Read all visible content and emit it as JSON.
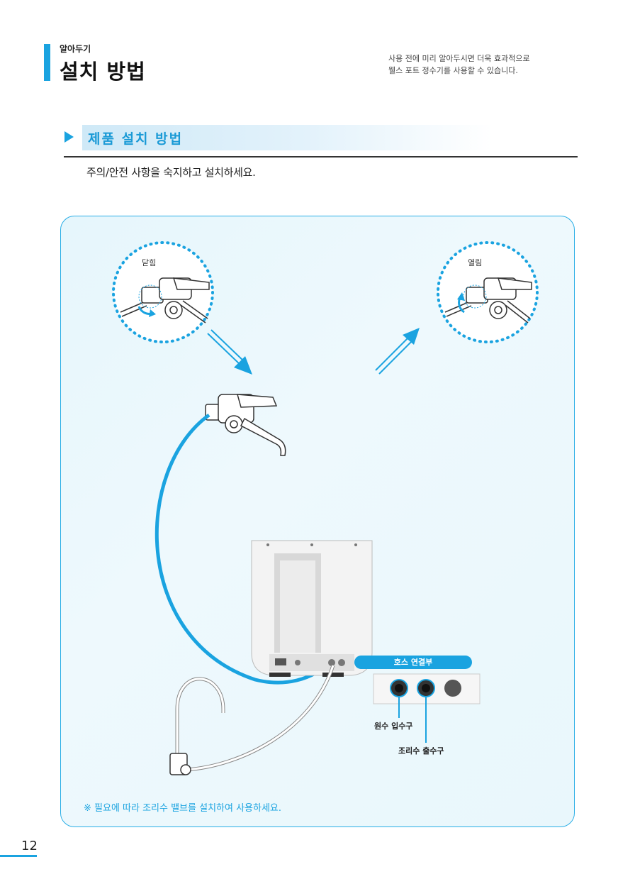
{
  "header": {
    "kicker": "알아두기",
    "title": "설치 방법",
    "intro_line1": "사용 전에 미리 알아두시면 더욱 효과적으로",
    "intro_line2": "웰스 포트 정수기를 사용할 수 있습니다."
  },
  "section": {
    "title": "제품 설치 방법",
    "notice": "주의/안전 사항을 숙지하고 설치하세요."
  },
  "diagram": {
    "closed_label": "닫힘",
    "open_label": "열림",
    "hose_connection_label": "호스 연결부",
    "raw_water_inlet_label": "원수 입수구",
    "cooking_water_outlet_label": "조리수 출수구",
    "footnote": "※ 필요에 따라 조리수 밸브를 설치하여 사용하세요."
  },
  "footer": {
    "page_number": "12"
  },
  "colors": {
    "accent": "#1aa3e0",
    "panel_bg": "#e9f7fc"
  }
}
